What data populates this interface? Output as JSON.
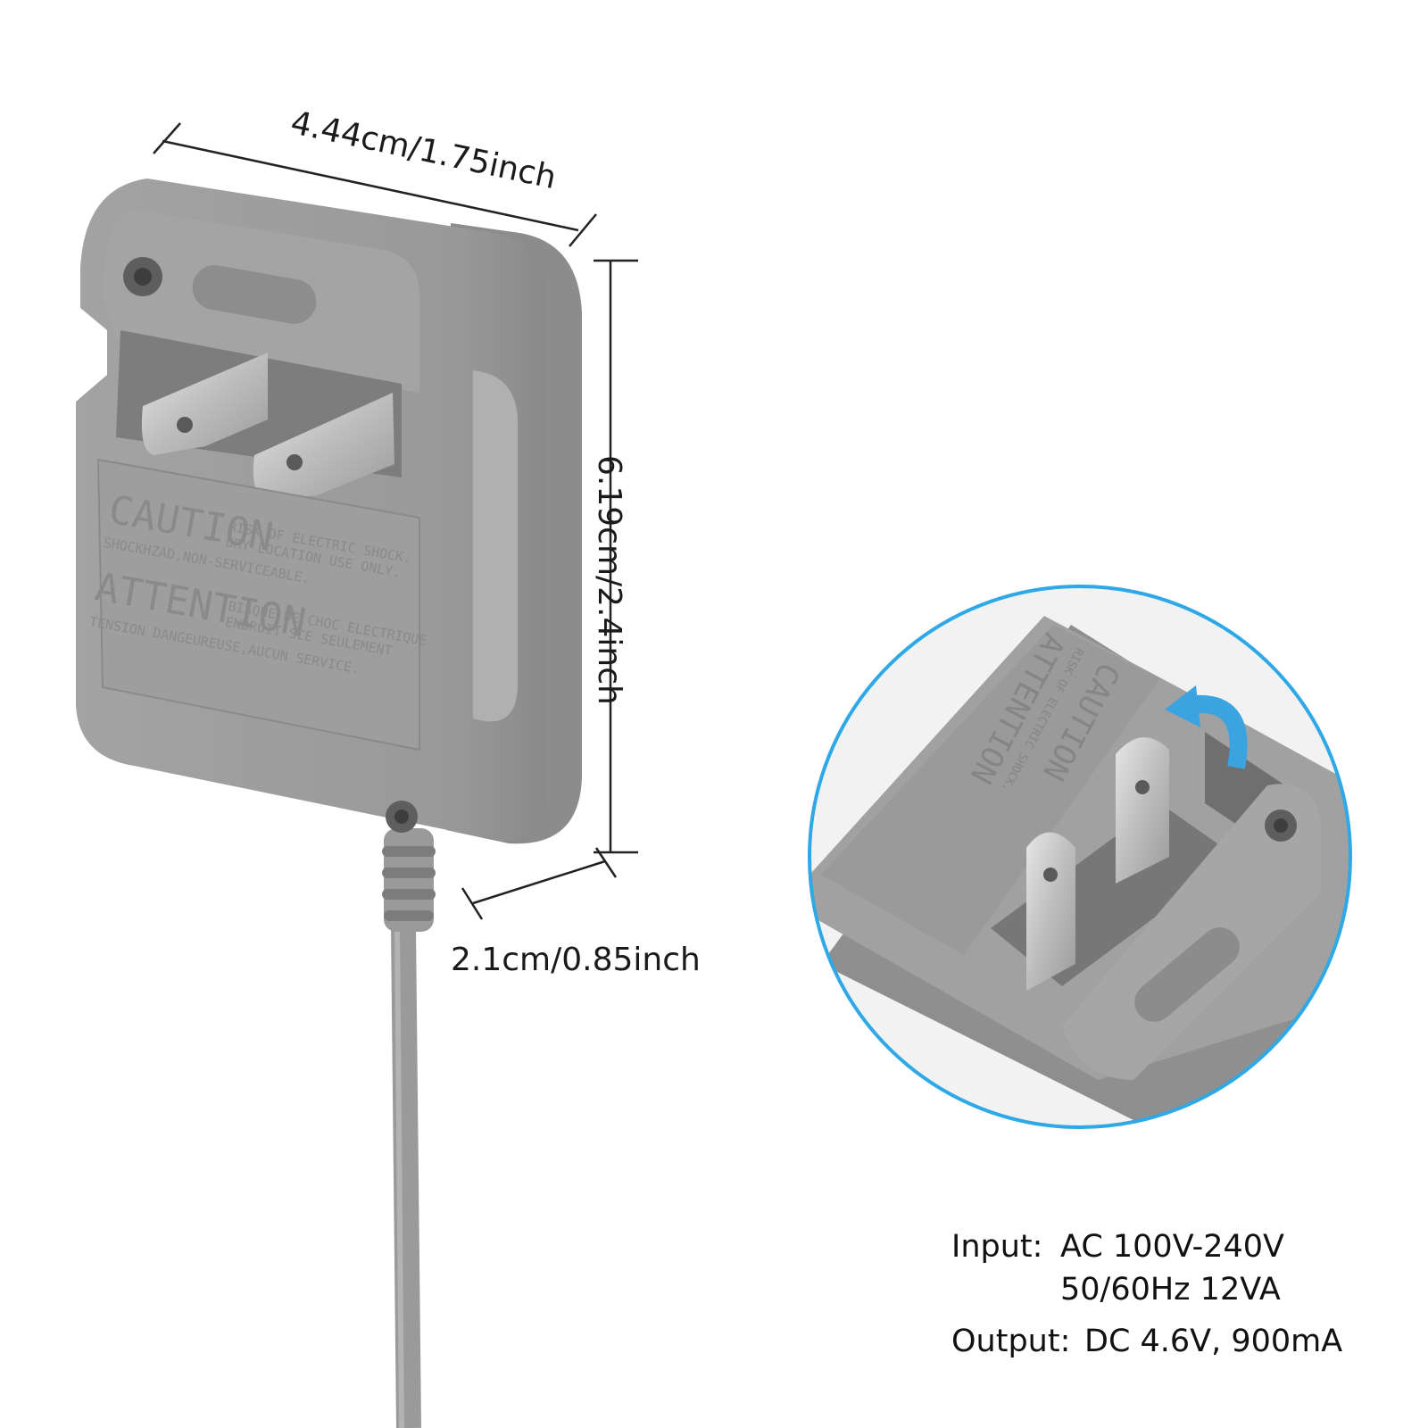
{
  "dimensions": {
    "width": "4.44cm/1.75inch",
    "height": "6.19cm/2.4inch",
    "depth": "2.1cm/0.85inch"
  },
  "specs": {
    "input_label": "Input:",
    "input_value_line1": "AC 100V-240V",
    "input_value_line2": "50/60Hz 12VA",
    "output_label": "Output:",
    "output_value": "DC 4.6V, 900mA"
  },
  "label_main": {
    "caution": "CAUTION",
    "caution_line1": "RISK OF ELECTRIC SHOCK.",
    "caution_line2": "DRY LOCATION USE ONLY.",
    "shock_line": "SHOCKHZAD,NON-SERVICEABLE.",
    "attention": "ATTENTION",
    "attention_line1": "BISQUE DE CHOC ELECTRIQUE",
    "attention_line2": "ENDROIT SCE SEULEMENT",
    "tension_line": "TENSION DANGEUREUSE,AUCUN SERVICE."
  },
  "colors": {
    "body": "#9a9a9a",
    "body_light": "#b3b3b3",
    "body_dark": "#7d7d7d",
    "prong": "#c9c9c9",
    "zoom_ring": "#2ea8e6"
  }
}
